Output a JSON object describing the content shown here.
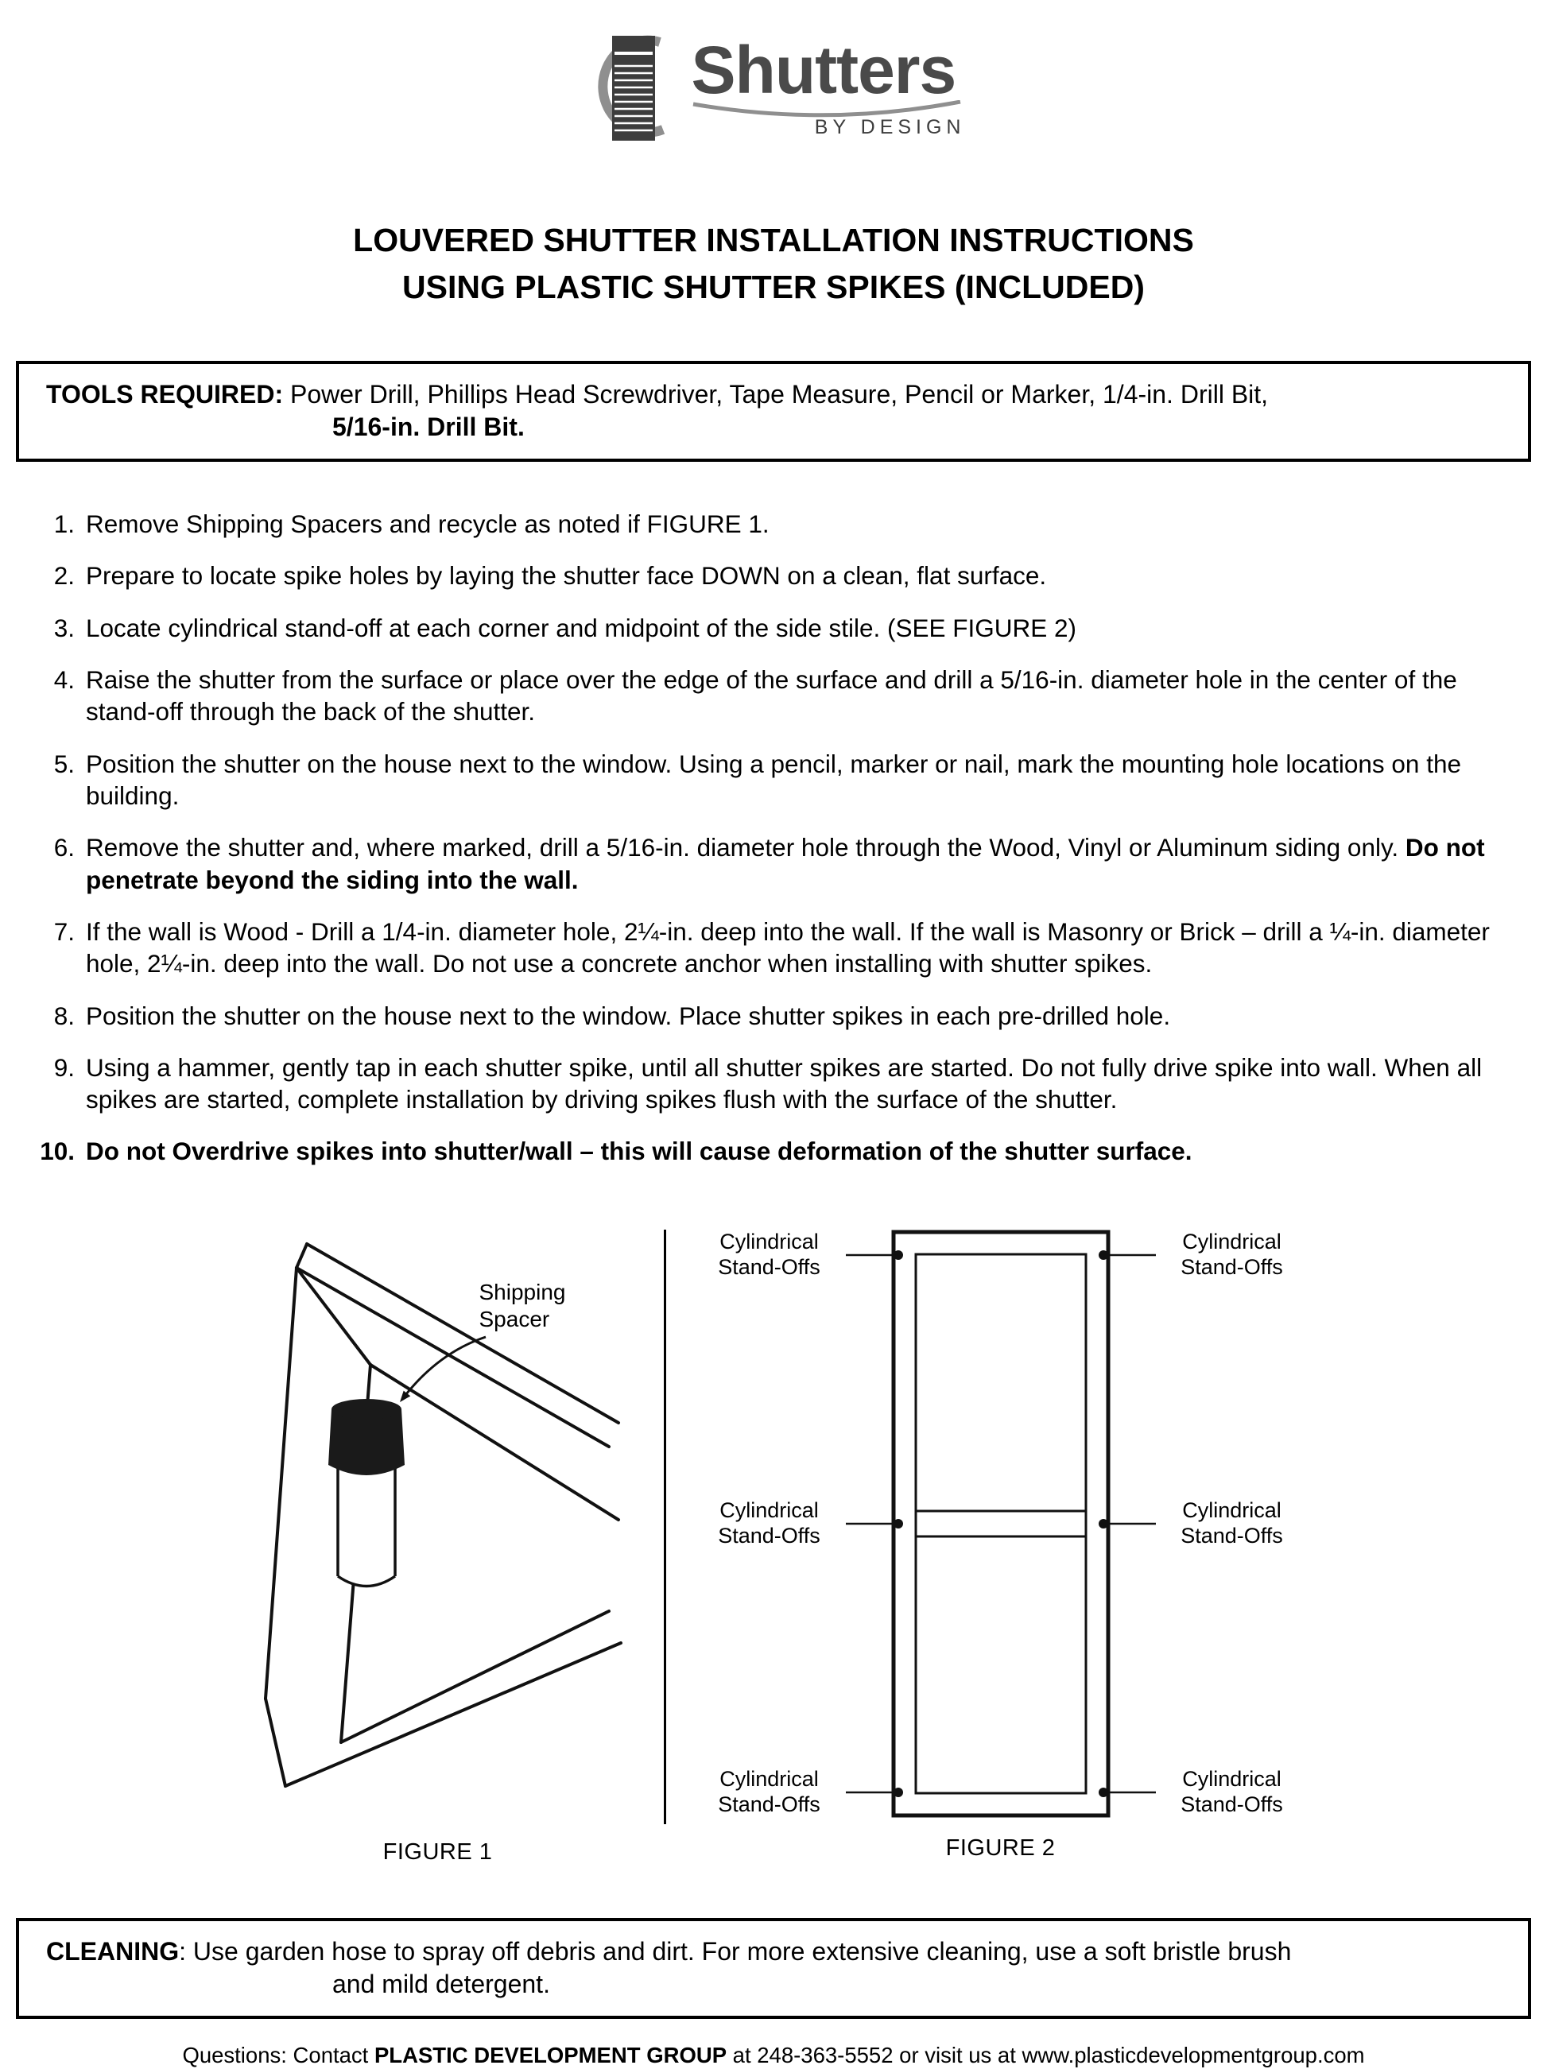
{
  "logo": {
    "brand": "Shutters",
    "tagline": "BY DESIGN"
  },
  "title": {
    "line1": "LOUVERED SHUTTER INSTALLATION INSTRUCTIONS",
    "line2": "USING PLASTIC SHUTTER SPIKES (INCLUDED)"
  },
  "tools_box": {
    "label": "TOOLS REQUIRED:",
    "line1": "Power Drill, Phillips Head Screwdriver, Tape Measure, Pencil or Marker, 1/4-in. Drill Bit,",
    "line2": "5/16-in. Drill Bit."
  },
  "steps": [
    {
      "num": "1.",
      "text": "Remove Shipping Spacers and recycle as noted if FIGURE 1.",
      "bold": ""
    },
    {
      "num": "2.",
      "text": "Prepare to locate spike holes by laying the shutter face DOWN on a clean, flat surface.",
      "bold": ""
    },
    {
      "num": "3.",
      "text": "Locate cylindrical stand-off at each corner and midpoint of the side stile. (SEE FIGURE 2)",
      "bold": ""
    },
    {
      "num": "4.",
      "text": "Raise the shutter from the surface or place over the edge of the surface and drill a 5/16-in. diameter hole in the center of the stand-off through the back of the shutter.",
      "bold": ""
    },
    {
      "num": "5.",
      "text": "Position the shutter on the house next to the window. Using a pencil, marker or nail, mark the mounting hole locations on the building.",
      "bold": ""
    },
    {
      "num": "6.",
      "text": "Remove the shutter and, where marked, drill a 5/16-in. diameter hole through the Wood, Vinyl or Aluminum siding only. ",
      "bold": "Do not penetrate beyond the siding into the wall."
    },
    {
      "num": "7.",
      "text": "If the wall is Wood - Drill a 1/4-in. diameter hole, 2¼-in. deep into the wall. If the wall is Masonry or Brick – drill a ¼-in. diameter hole, 2¼-in. deep into the wall. Do not use a concrete anchor when installing with shutter spikes.",
      "bold": ""
    },
    {
      "num": "8.",
      "text": "Position the shutter on the house next to the window. Place shutter spikes in each pre-drilled hole.",
      "bold": ""
    },
    {
      "num": "9.",
      "text": "Using a hammer, gently tap in each shutter spike, until all shutter spikes are started. Do not fully drive spike into wall. When all spikes are started, complete installation by driving spikes flush with the surface of the shutter.",
      "bold": ""
    },
    {
      "num": "10.",
      "text": "",
      "bold": "Do not Overdrive spikes into shutter/wall – this will cause deformation of the shutter surface."
    }
  ],
  "figures": {
    "figure1": {
      "caption": "FIGURE 1",
      "spacer_label": "Shipping\nSpacer"
    },
    "figure2": {
      "caption": "FIGURE 2",
      "standoff_label": "Cylindrical\nStand-Offs"
    }
  },
  "cleaning_box": {
    "label": "CLEANING",
    "line1": ": Use garden hose to spray off debris and dirt. For more extensive cleaning, use a soft bristle brush",
    "line2": "and mild detergent."
  },
  "footer": {
    "prefix": "Questions: Contact ",
    "company": "PLASTIC DEVELOPMENT GROUP",
    "suffix": " at 248-363-5552 or visit us at www.plasticdevelopmentgroup.com"
  }
}
